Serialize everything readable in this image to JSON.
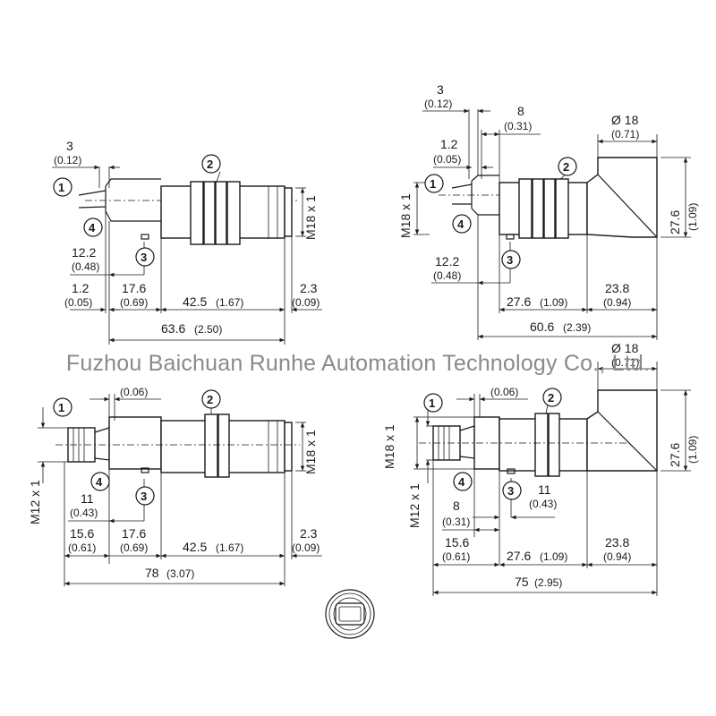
{
  "watermark": "Fuzhou Baichuan Runhe Automation Technology Co., Ltd.",
  "callouts": [
    "1",
    "2",
    "3",
    "4"
  ],
  "views": {
    "top_left": {
      "d_3": "3",
      "d_3_in": "(0.12)",
      "d_12_2": "12.2",
      "d_12_2_in": "(0.48)",
      "d_1_2": "1.2",
      "d_1_2_in": "(0.05)",
      "d_17_6": "17.6",
      "d_17_6_in": "(0.69)",
      "d_42_5": "42.5",
      "d_42_5_in": "(1.67)",
      "d_2_3": "2.3",
      "d_2_3_in": "(0.09)",
      "d_63_6": "63.6",
      "d_63_6_in": "(2.50)",
      "thread": "M18 x 1"
    },
    "top_right": {
      "d_3": "3",
      "d_3_in": "(0.12)",
      "d_8": "8",
      "d_8_in": "(0.31)",
      "d_1_2": "1.2",
      "d_1_2_in": "(0.05)",
      "d_dia18": "Ø 18",
      "d_dia18_in": "(0.71)",
      "d_27_6v": "27.6",
      "d_27_6v_in": "(1.09)",
      "d_12_2": "12.2",
      "d_12_2_in": "(0.48)",
      "d_27_6": "27.6",
      "d_27_6_in": "(1.09)",
      "d_23_8": "23.8",
      "d_23_8_in": "(0.94)",
      "d_60_6": "60.6",
      "d_60_6_in": "(2.39)",
      "thread": "M18 x 1"
    },
    "bottom_left": {
      "d_006": "(0.06)",
      "thread_m12": "M12 x 1",
      "thread_m18": "M18 x 1",
      "d_11": "11",
      "d_11_in": "(0.43)",
      "d_15_6": "15.6",
      "d_15_6_in": "(0.61)",
      "d_17_6": "17.6",
      "d_17_6_in": "(0.69)",
      "d_42_5": "42.5",
      "d_42_5_in": "(1.67)",
      "d_2_3": "2.3",
      "d_2_3_in": "(0.09)",
      "d_78": "78",
      "d_78_in": "(3.07)"
    },
    "bottom_right": {
      "d_006": "(0.06)",
      "d_dia18": "Ø 18",
      "d_dia18_in": "(0.71)",
      "thread_m18": "M18 x 1",
      "thread_m12": "M12 x 1",
      "d_27_6v": "27.6",
      "d_27_6v_in": "(1.09)",
      "d_11": "11",
      "d_11_in": "(0.43)",
      "d_8": "8",
      "d_8_in": "(0.31)",
      "d_15_6": "15.6",
      "d_15_6_in": "(0.61)",
      "d_27_6": "27.6",
      "d_27_6_in": "(1.09)",
      "d_23_8": "23.8",
      "d_23_8_in": "(0.94)",
      "d_75": "75",
      "d_75_in": "(2.95)"
    }
  }
}
